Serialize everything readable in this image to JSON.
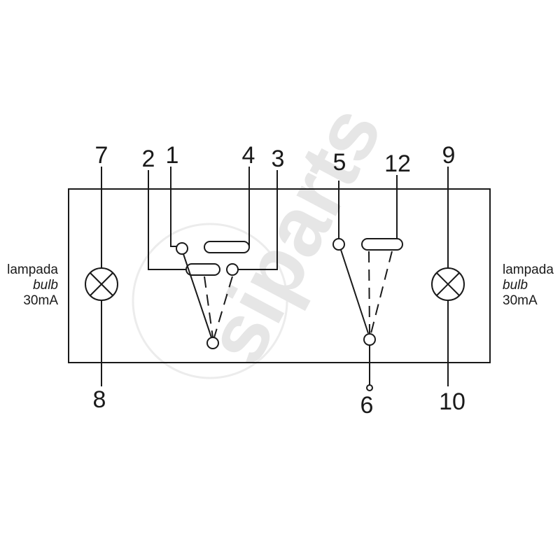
{
  "watermark": {
    "text": "siparts",
    "color": "#e6e6e6"
  },
  "pins": {
    "p1": "1",
    "p2": "2",
    "p3": "3",
    "p4": "4",
    "p5": "5",
    "p6": "6",
    "p7": "7",
    "p8": "8",
    "p9": "9",
    "p10": "10",
    "p12": "12"
  },
  "left_bulb": {
    "line1": "lampada",
    "line2": "bulb",
    "line3": "30mA"
  },
  "right_bulb": {
    "line1": "lampada",
    "line2": "bulb",
    "line3": "30mA"
  },
  "colors": {
    "line": "#1a1a1a",
    "background": "#ffffff"
  }
}
